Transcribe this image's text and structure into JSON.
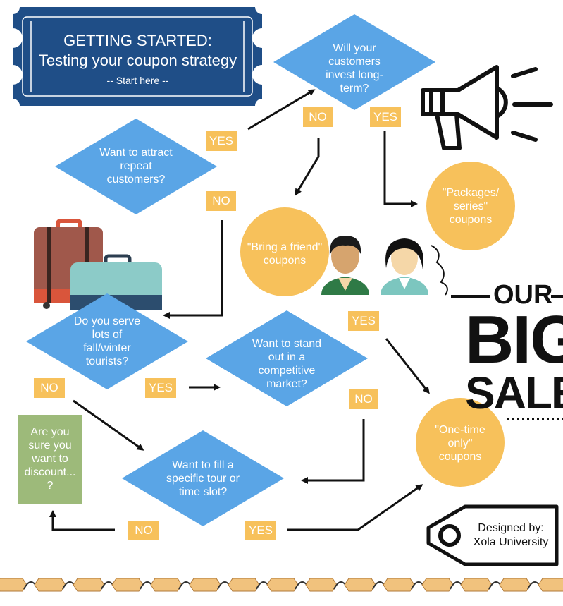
{
  "colors": {
    "navy": "#1f4e87",
    "diamond": "#5aa5e6",
    "circle": "#f7c15b",
    "badge": "#f7c15b",
    "green_box": "#9dba7a",
    "ink": "#111111"
  },
  "title": {
    "line1": "GETTING STARTED:",
    "line2": "Testing your coupon strategy",
    "line3": "-- Start here --"
  },
  "questions": {
    "repeat": [
      "Want to attract",
      "repeat",
      "customers?"
    ],
    "invest": [
      "Will your",
      "customers",
      "invest long-",
      "term?"
    ],
    "tourists": [
      "Do you serve",
      "lots of",
      "fall/winter",
      "tourists?"
    ],
    "standout": [
      "Want to stand",
      "out in a",
      "competitive",
      "market?"
    ],
    "fill": [
      "Want to fill a",
      "specific tour or",
      "time slot?"
    ]
  },
  "outcomes": {
    "friend": [
      "\"Bring a friend\"",
      "coupons"
    ],
    "packages": [
      "\"Packages/",
      "series\"",
      "coupons"
    ],
    "onetime": [
      "\"One-time",
      "only\"",
      "coupons"
    ],
    "discount": [
      "Are you",
      "sure you",
      "want to",
      "discount...",
      "?"
    ]
  },
  "labels": {
    "yes": "YES",
    "no": "NO"
  },
  "sale": {
    "our": "OUR",
    "big": "BIG",
    "sale": "SALE"
  },
  "credit": {
    "line1": "Designed by:",
    "line2": "Xola University"
  },
  "icons": [
    "ticket-icon",
    "megaphone-icon",
    "suitcase-icon",
    "people-icon",
    "tag-icon",
    "chain-border-icon"
  ]
}
